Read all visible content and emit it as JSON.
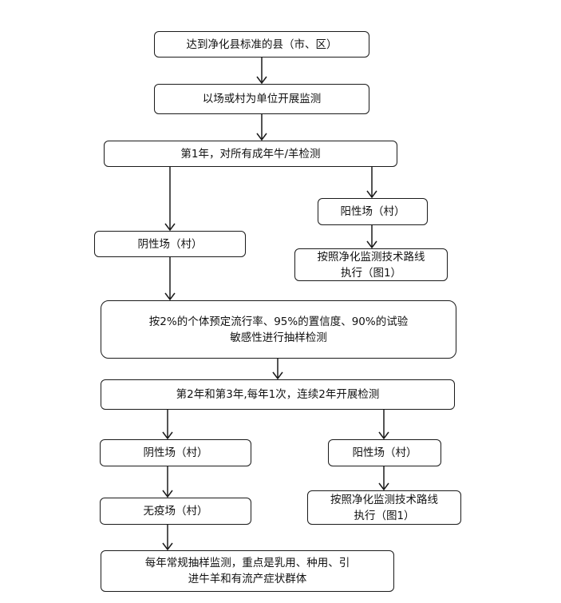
{
  "nodes": {
    "start": "达到净化县标准的县（市、区）",
    "unit": "以场或村为单位开展监测",
    "year1": "第1年，对所有成年牛/羊检测",
    "negative1": "阴性场（村）",
    "positive1": "阳性场（村）",
    "route1_line1": "按照净化监测技术路线",
    "route1_line2": "执行（图1）",
    "sampling_line1": "按2%的个体预定流行率、95%的置信度、90%的试验",
    "sampling_line2": "敏感性进行抽样检测",
    "year23": "第2年和第3年,每年1次，连续2年开展检测",
    "negative2": "阴性场（村）",
    "positive2": "阳性场（村）",
    "free": "无疫场（村）",
    "route2_line1": "按照净化监测技术路线",
    "route2_line2": "执行（图1）",
    "routine_line1": "每年常规抽样监测，重点是乳用、种用、引",
    "routine_line2": "进牛羊和有流产症状群体"
  }
}
